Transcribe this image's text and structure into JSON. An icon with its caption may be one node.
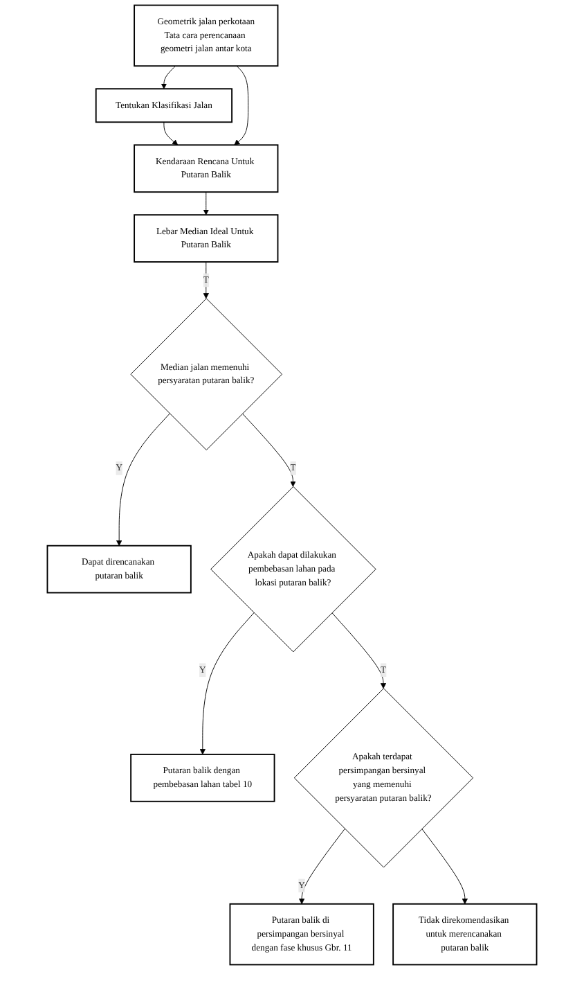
{
  "diagram": {
    "nodes": [
      {
        "text": [
          "Tentukan Klasifikasi Jalan"
        ]
      },
      {
        "text": [
          "Geometrik jalan perkotaan",
          "Tata cara perencanaan geometri jalan antar kota"
        ]
      },
      {
        "text": [
          "Kendaraan Rencana Untuk Putaran Balik"
        ]
      },
      {
        "text": [
          "Lebar Median Ideal Untuk Putaran Balik"
        ]
      },
      {
        "text": [
          "Median jalan memenuhi persyaratan putaran balik?"
        ]
      },
      {
        "text": [
          "Dapat direncanakan putaran balik"
        ]
      },
      {
        "text": [
          "Apakah dapat dilakukan pembebasan lahan pada lokasi putaran balik?"
        ]
      },
      {
        "text": [
          "Putaran balik dengan pembebasan lahan tabel 10"
        ]
      },
      {
        "text": [
          "Apakah terdapat persimpangan bersinyal yang memenuhi persyaratan putaran balik?"
        ]
      },
      {
        "text": [
          "Putaran balik di persimpangan bersinyal dengan fase khusus Gbr. 11"
        ]
      },
      {
        "text": [
          "Tidak direkomendasikan untuk merencanakan putaran balik"
        ]
      }
    ],
    "edges": [
      {
        "from": 1,
        "to": 0,
        "arrow": "to"
      },
      {
        "from": 0,
        "to": 2,
        "arrow": "to"
      },
      {
        "from": 1,
        "to": 2,
        "arrow": "to"
      },
      {
        "from": 2,
        "to": 3,
        "arrow": "to"
      },
      {
        "from": 3,
        "to": 4,
        "arrow": "to",
        "label": "T"
      },
      {
        "from": 4,
        "to": 5,
        "arrow": "to",
        "label": "Y"
      },
      {
        "from": 4,
        "to": 6,
        "arrow": "to",
        "label": "T"
      },
      {
        "from": 6,
        "to": 7,
        "arrow": "to",
        "label": "Y"
      },
      {
        "from": 6,
        "to": 8,
        "arrow": "to",
        "label": "T"
      },
      {
        "from": 8,
        "to": 9,
        "arrow": "to",
        "label": "Y"
      },
      {
        "from": 8,
        "to": 10,
        "arrow": "to"
      }
    ]
  }
}
